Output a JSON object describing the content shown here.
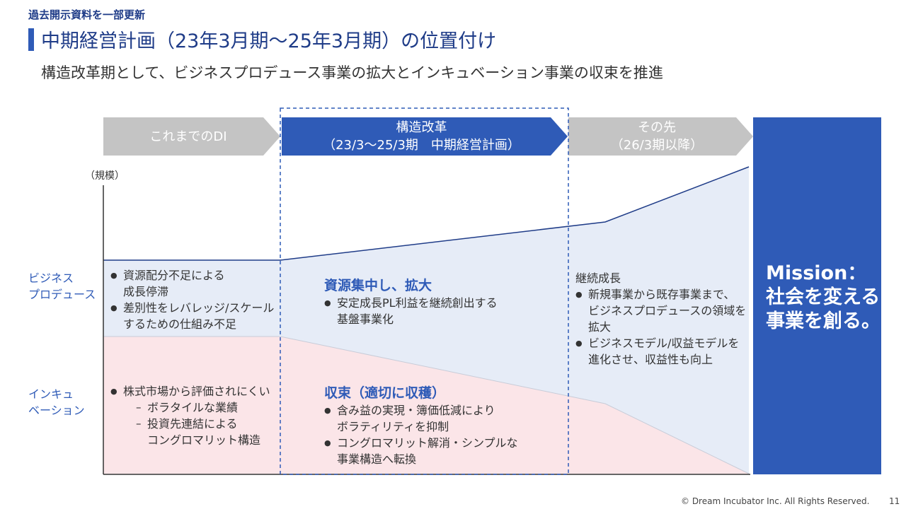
{
  "header": {
    "update_note": "過去開示資料を一部更新",
    "title": "中期経営計画（23年3月期～25年3月期）の位置付け",
    "subtitle": "構造改革期として、ビジネスプロデュース事業の拡大とインキュベーション事業の収束を推進"
  },
  "phases": {
    "past": {
      "label": "これまでのDI"
    },
    "current": {
      "line1": "構造改革",
      "line2": "（23/3～25/3期　中期経営計画）"
    },
    "future": {
      "line1": "その先",
      "line2": "（26/3期以降）"
    }
  },
  "axis": {
    "y_label": "（規模）"
  },
  "rows": {
    "biz_label": "ビジネス\nプロデュース",
    "incu_label": "インキュ\nベーション"
  },
  "biz": {
    "past": [
      "資源配分不足による",
      "成長停滞",
      "差別性をレバレッジ/スケール",
      "するための仕組み不足"
    ],
    "current_headline": "資源集中し、拡大",
    "current": [
      "安定成長PL利益を継続創出する",
      "基盤事業化"
    ],
    "future_headline": "継続成長",
    "future": [
      "新規事業から既存事業まで、",
      "ビジネスプロデュースの領域を",
      "拡大",
      "ビジネスモデル/収益モデルを",
      "進化させ、収益性も向上"
    ]
  },
  "incu": {
    "past": [
      "株式市場から評価されにくい",
      "ボラタイルな業績",
      "投資先連結による",
      "コングロマリット構造"
    ],
    "current_headline": "収束（適切に収穫）",
    "current": [
      "含み益の実現・簿価低減により",
      "ボラティリティを抑制",
      "コングロマリット解消・シンプルな",
      "事業構造へ転換"
    ]
  },
  "mission": {
    "line1": "Mission：",
    "line2": "社会を変える",
    "line3": "事業を創る。"
  },
  "footer": {
    "copyright": "© Dream Incubator Inc. All Rights Reserved.",
    "page": "11"
  },
  "colors": {
    "accent": "#2f5bb7",
    "title": "#1f3c88",
    "chevron_gray": "#c4c4c4",
    "biz_fill": "#e6ecf7",
    "incu_fill": "#fbe5e8"
  }
}
